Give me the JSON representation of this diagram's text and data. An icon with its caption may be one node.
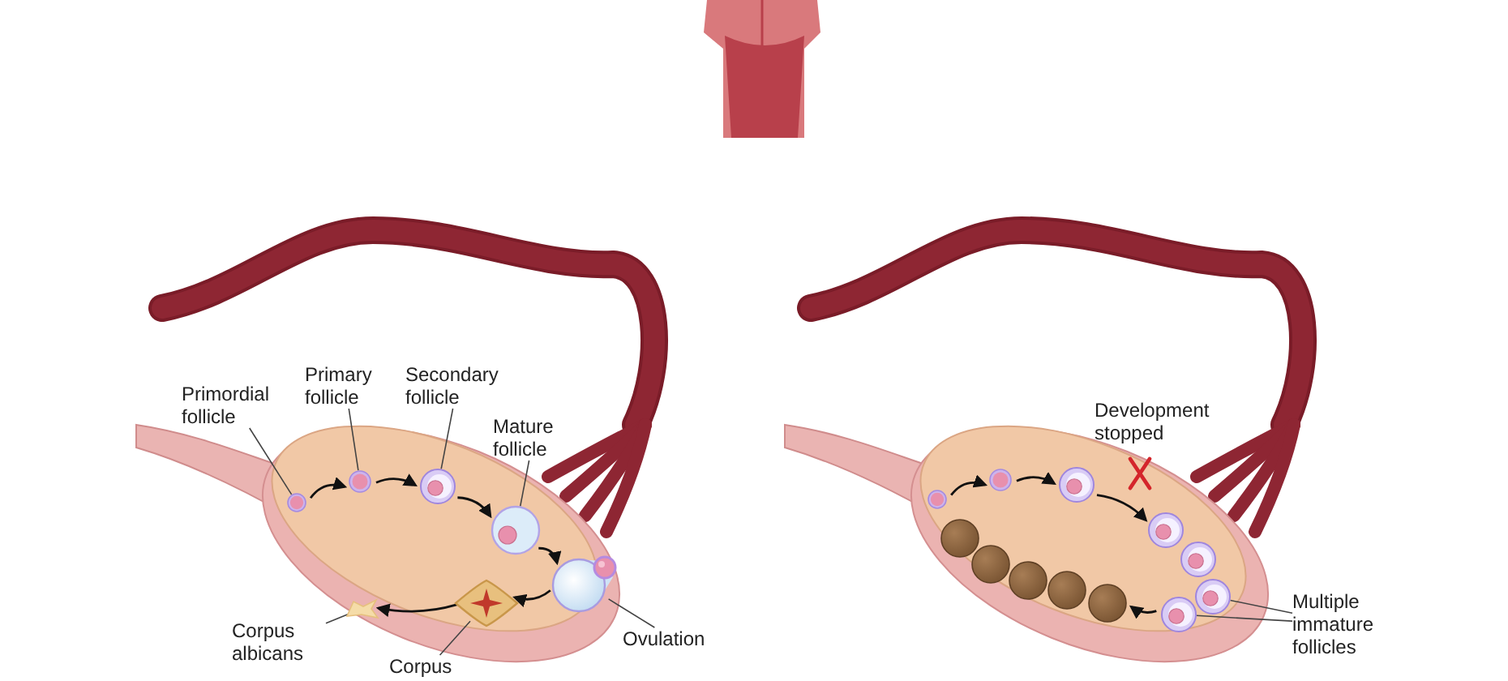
{
  "diagram": {
    "nodes": [
      {
        "text": [
          "Primordial follicle"
        ]
      },
      {
        "text": [],
        "shape": "picture"
      },
      {
        "text": [
          "Primary follicle"
        ]
      },
      {
        "text": [],
        "shape": "picture"
      },
      {
        "text": [
          "Secondary follicle"
        ]
      },
      {
        "text": [],
        "shape": "picture"
      },
      {
        "text": [
          "Mature follicle"
        ]
      },
      {
        "text": [],
        "shape": "picture"
      },
      {
        "text": [],
        "shape": "picture"
      },
      {
        "text": [
          "Ovulation"
        ]
      },
      {
        "text": [],
        "shape": "picture"
      },
      {
        "text": [
          "Corpus"
        ]
      },
      {
        "text": [],
        "shape": "picture"
      },
      {
        "text": [
          "Corpus albicans"
        ]
      },
      {
        "text": [
          "Development stopped"
        ]
      },
      {
        "text": [],
        "shape": "picture"
      },
      {
        "text": [],
        "shape": "picture"
      },
      {
        "text": [],
        "shape": "picture"
      },
      {
        "text": [],
        "shape": "picture"
      },
      {
        "text": [],
        "shape": "picture"
      },
      {
        "text": [],
        "shape": "picture"
      },
      {
        "text": [],
        "shape": "picture"
      },
      {
        "text": [
          "Multiple immature follicles"
        ]
      },
      {
        "text": [],
        "shape": "circle"
      },
      {
        "text": [],
        "shape": "circle"
      },
      {
        "text": [],
        "shape": "circle"
      },
      {
        "text": [],
        "shape": "circle"
      },
      {
        "text": [],
        "shape": "circle"
      }
    ],
    "edges": [
      {
        "from": 0,
        "to": 1,
        "arrow": "none"
      },
      {
        "from": 2,
        "to": 3,
        "arrow": "none"
      },
      {
        "from": 4,
        "to": 5,
        "arrow": "none"
      },
      {
        "from": 6,
        "to": 7,
        "arrow": "none"
      },
      {
        "from": 9,
        "to": 8,
        "arrow": "none"
      },
      {
        "from": 11,
        "to": 10,
        "arrow": "none"
      },
      {
        "from": 13,
        "to": 12,
        "arrow": "none"
      },
      {
        "from": 1,
        "to": 3,
        "arrow": "to"
      },
      {
        "from": 3,
        "to": 5,
        "arrow": "to"
      },
      {
        "from": 5,
        "to": 7,
        "arrow": "to"
      },
      {
        "from": 7,
        "to": 8,
        "arrow": "to"
      },
      {
        "from": 8,
        "to": 10,
        "arrow": "to"
      },
      {
        "from": 10,
        "to": 12,
        "arrow": "to"
      },
      {
        "from": 15,
        "to": 16,
        "arrow": "to"
      },
      {
        "from": 16,
        "to": 17,
        "arrow": "to"
      },
      {
        "from": 17,
        "to": 18,
        "arrow": "to"
      },
      {
        "from": 22,
        "to": 20,
        "arrow": "none"
      },
      {
        "from": 22,
        "to": 21,
        "arrow": "none"
      },
      {
        "from": 21,
        "to": 27,
        "arrow": "to"
      }
    ]
  }
}
